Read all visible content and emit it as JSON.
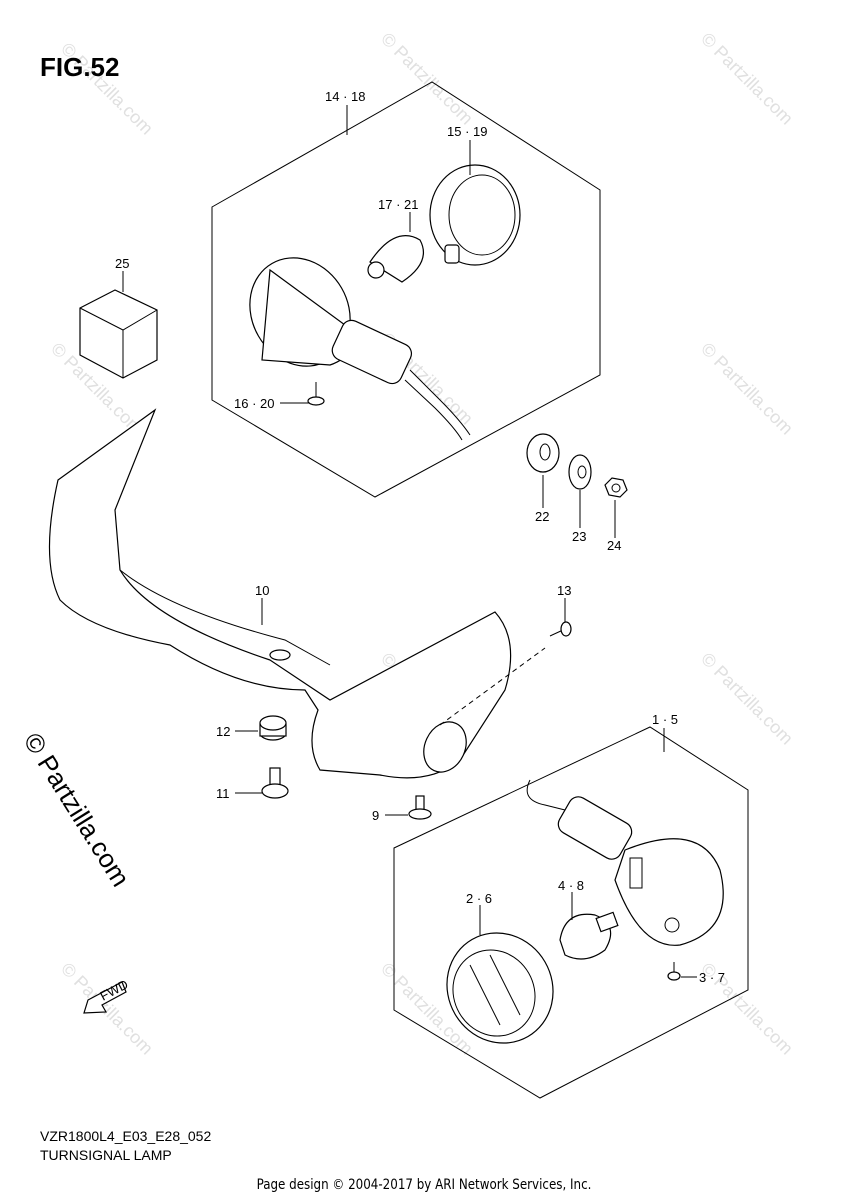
{
  "figure": {
    "title": "FIG.52"
  },
  "watermark": {
    "text": "© Partzilla.com",
    "color": "#e0e0e0"
  },
  "side_watermark": {
    "text": "© Partzilla.com"
  },
  "callouts": [
    {
      "id": "c14",
      "text": "14 · 18"
    },
    {
      "id": "c15",
      "text": "15 · 19"
    },
    {
      "id": "c17",
      "text": "17 · 21"
    },
    {
      "id": "c25",
      "text": "25"
    },
    {
      "id": "c16",
      "text": "16 · 20"
    },
    {
      "id": "c22",
      "text": "22"
    },
    {
      "id": "c23",
      "text": "23"
    },
    {
      "id": "c24",
      "text": "24"
    },
    {
      "id": "c10",
      "text": "10"
    },
    {
      "id": "c13",
      "text": "13"
    },
    {
      "id": "c12",
      "text": "12"
    },
    {
      "id": "c11",
      "text": "11"
    },
    {
      "id": "c1",
      "text": "1 · 5"
    },
    {
      "id": "c9",
      "text": "9"
    },
    {
      "id": "c2",
      "text": "2 · 6"
    },
    {
      "id": "c4",
      "text": "4 · 8"
    },
    {
      "id": "c3",
      "text": "3 · 7"
    }
  ],
  "fwd_label": "FWD",
  "model_code": "VZR1800L4_E03_E28_052",
  "part_name": "TURNSIGNAL LAMP",
  "footer": "Page design © 2004-2017 by ARI Network Services, Inc."
}
